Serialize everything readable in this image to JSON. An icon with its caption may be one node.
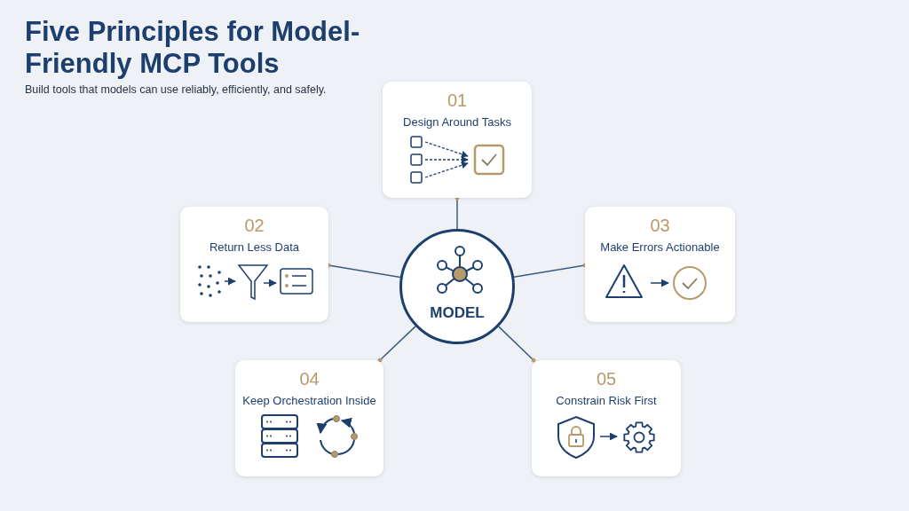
{
  "diagram": {
    "title": "Five Principles for Model-Friendly MCP Tools",
    "nodes": [
      {
        "text": [
          "MODEL"
        ]
      },
      {
        "text": [
          "01",
          "Design Around Tasks"
        ]
      },
      {
        "text": [
          "02",
          "Return Less Data"
        ]
      },
      {
        "text": [
          "03",
          "Make Errors Actionable"
        ]
      },
      {
        "text": [
          "04",
          "Keep Orchestration Inside"
        ]
      },
      {
        "text": [
          "05",
          "Constrain Risk First"
        ]
      }
    ],
    "edges": [
      {
        "from": 0,
        "to": 1,
        "arrow": "other"
      },
      {
        "from": 0,
        "to": 2,
        "arrow": "other"
      },
      {
        "from": 0,
        "to": 3,
        "arrow": "other"
      },
      {
        "from": 0,
        "to": 4,
        "arrow": "other"
      },
      {
        "from": 0,
        "to": 5,
        "arrow": "other"
      }
    ],
    "labels": [
      "Build tools that models can use reliably, efficiently, and safely."
    ]
  }
}
